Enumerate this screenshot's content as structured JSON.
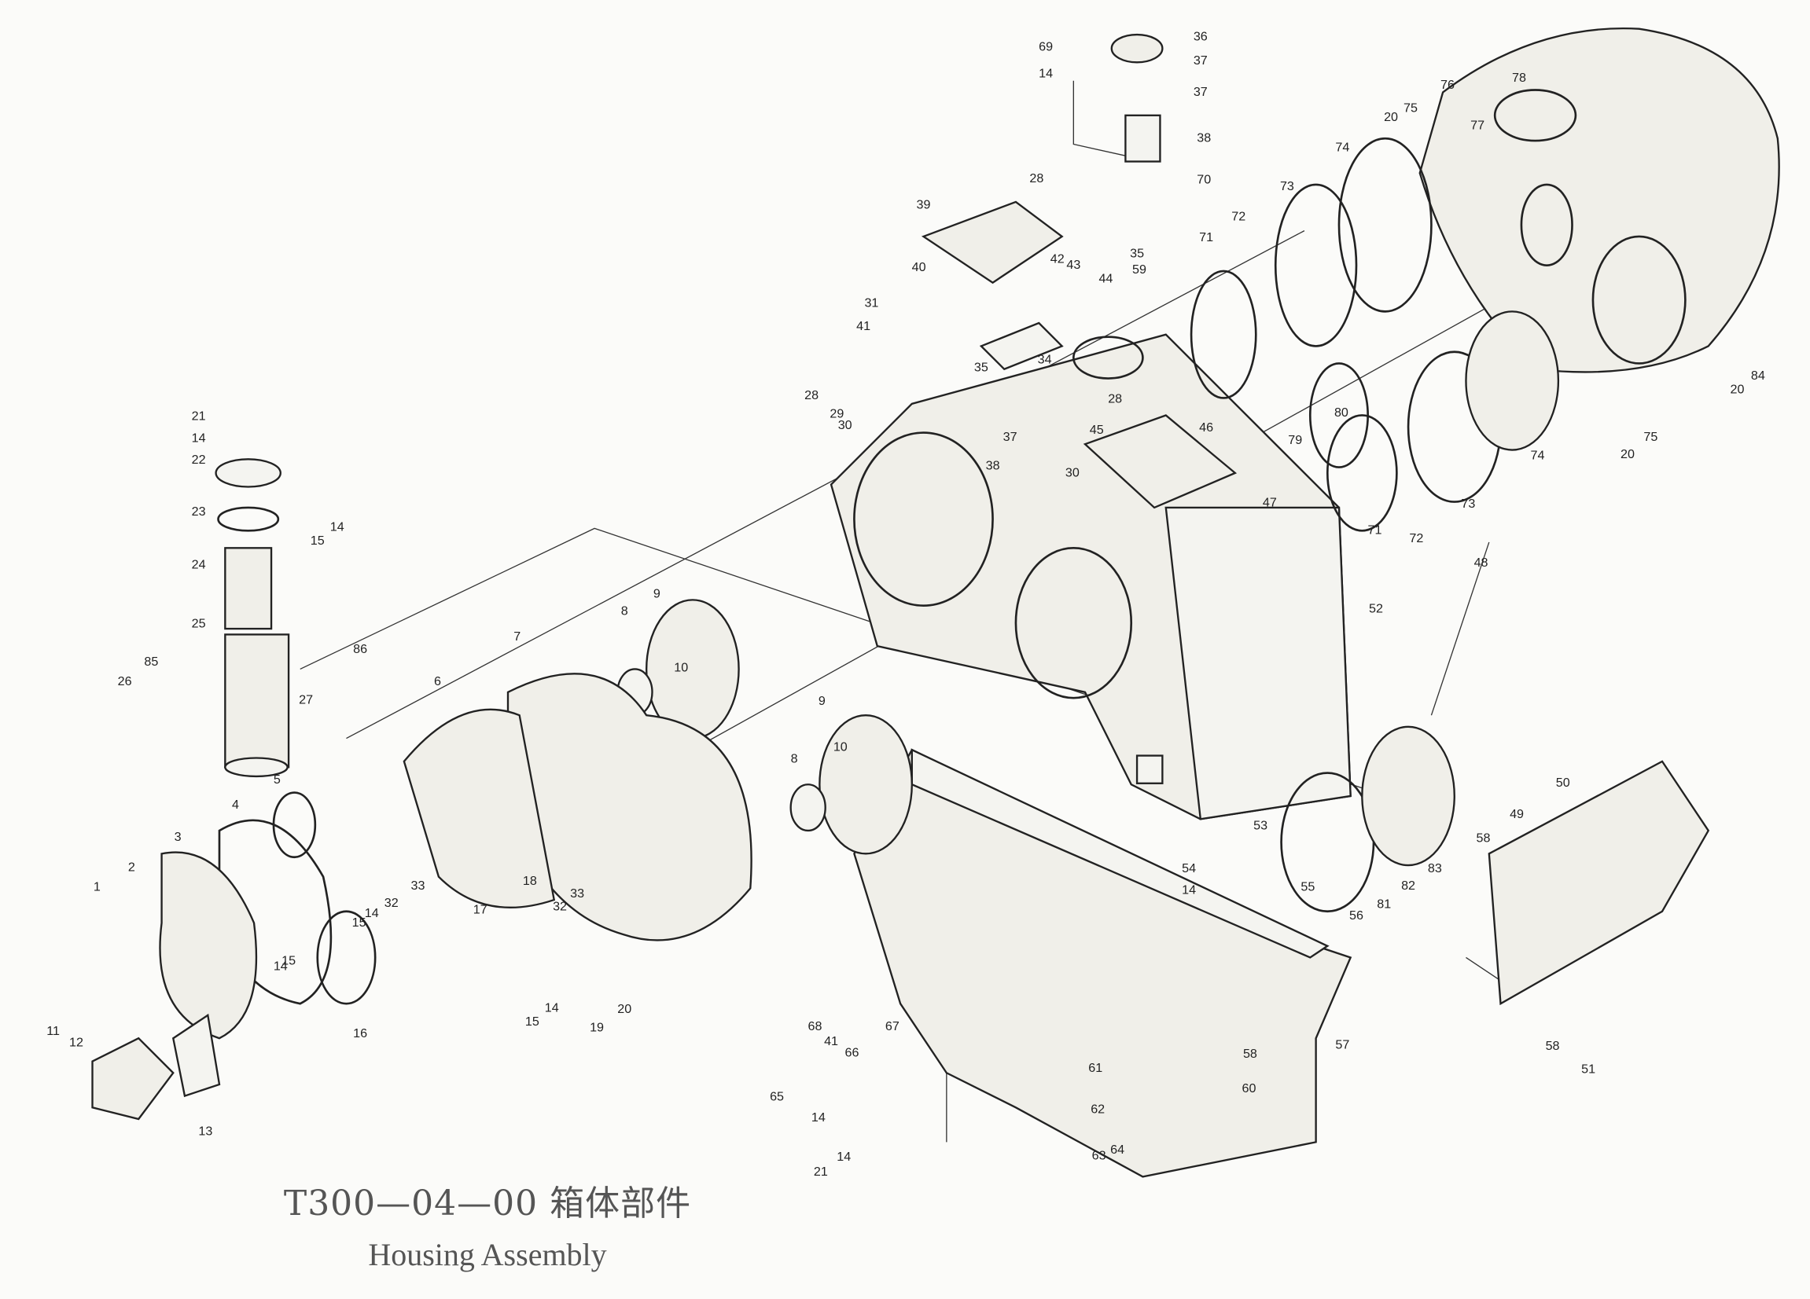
{
  "title": {
    "code_cn": "T300—04—00 箱体部件",
    "english": "Housing Assembly"
  },
  "callouts": [
    "69",
    "14",
    "36",
    "37",
    "37",
    "38",
    "70",
    "28",
    "39",
    "40",
    "42",
    "43",
    "44",
    "35",
    "59",
    "31",
    "41",
    "28",
    "29",
    "30",
    "35",
    "34",
    "28",
    "37",
    "38",
    "45",
    "46",
    "30",
    "47",
    "71",
    "72",
    "73",
    "74",
    "20",
    "75",
    "76",
    "77",
    "78",
    "80",
    "79",
    "71",
    "72",
    "73",
    "74",
    "20",
    "75",
    "20",
    "84",
    "48",
    "52",
    "50",
    "49",
    "58",
    "83",
    "82",
    "81",
    "53",
    "54",
    "14",
    "55",
    "56",
    "57",
    "58",
    "60",
    "61",
    "62",
    "63",
    "64",
    "58",
    "51",
    "67",
    "68",
    "41",
    "66",
    "65",
    "14",
    "21",
    "14",
    "9",
    "8",
    "10",
    "9",
    "8",
    "10",
    "7",
    "6",
    "5",
    "4",
    "3",
    "2",
    "1",
    "32",
    "33",
    "14",
    "15",
    "17",
    "18",
    "32",
    "33",
    "15",
    "14",
    "16",
    "15",
    "14",
    "19",
    "20",
    "11",
    "12",
    "13",
    "21",
    "14",
    "22",
    "23",
    "24",
    "25",
    "26",
    "85",
    "27",
    "15",
    "14",
    "86"
  ]
}
